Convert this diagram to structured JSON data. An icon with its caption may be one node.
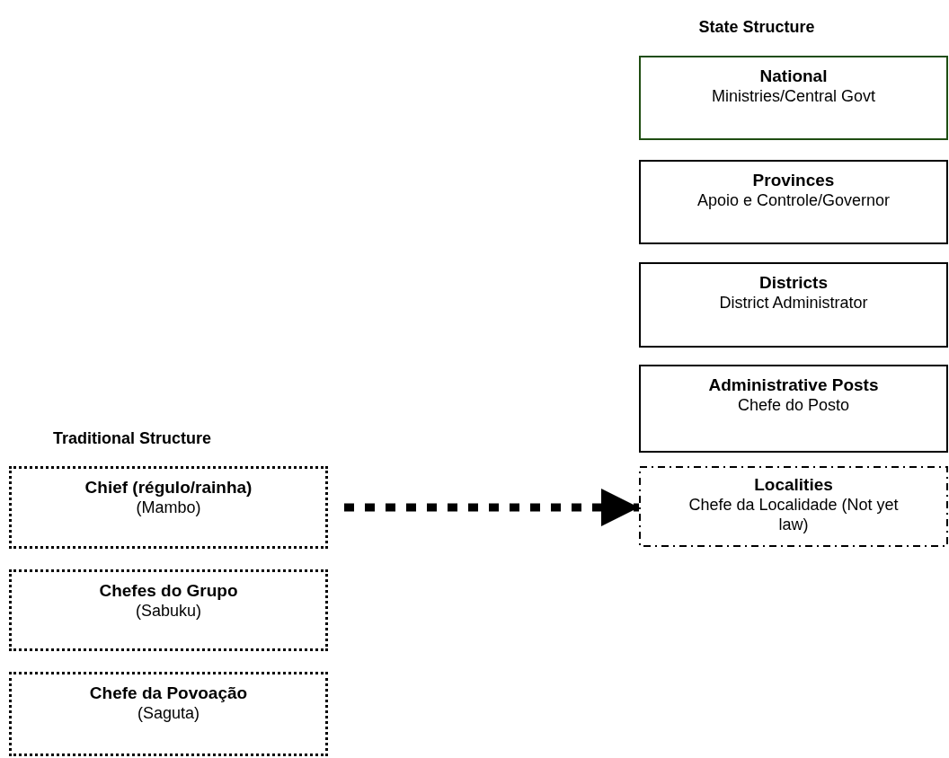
{
  "diagram": {
    "nodes": [
      {
        "text": [
          "National",
          "Ministries/Central Govt"
        ]
      },
      {
        "text": [
          "Provinces",
          "Apoio e Controle/Governor"
        ]
      },
      {
        "text": [
          "Districts",
          "District Administrator"
        ]
      },
      {
        "text": [
          "Administrative Posts",
          "Chefe do Posto"
        ]
      },
      {
        "text": [
          "Localities",
          "Chefe da Localidade (Not yet law)"
        ]
      },
      {
        "text": [
          "Chief (régulo/rainha)",
          "(Mambo)"
        ]
      },
      {
        "text": [
          "Chefes do Grupo",
          "(Sabuku)"
        ]
      },
      {
        "text": [
          "Chefe da Povoação",
          "(Saguta)"
        ]
      }
    ],
    "edges": [
      {
        "from": 5,
        "to": 4,
        "arrow": "to",
        "style": "dashed"
      }
    ],
    "labels": [
      "State Structure",
      "Traditional Structure"
    ]
  }
}
